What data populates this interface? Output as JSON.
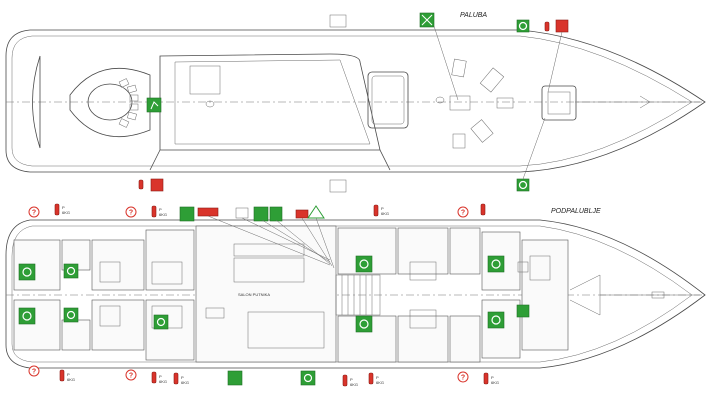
{
  "deck_labels": {
    "upper": "PALUBA",
    "lower": "PODPALUBLJE"
  },
  "room_labels": {
    "salon": "SALON PUTNIKA"
  },
  "extinguisher_text": {
    "p": "P",
    "size": "6KG"
  },
  "colors": {
    "safety_green": "#2e9e36",
    "fire_red": "#d9342b",
    "line": "#4a4a4a"
  },
  "icons": {
    "lifebuoy": "lifebuoy-icon",
    "extinguisher": "fire-extinguisher-icon",
    "help_point": "question-mark-icon",
    "exit_sign": "emergency-exit-icon",
    "fire_box": "fire-alarm-box-icon"
  }
}
